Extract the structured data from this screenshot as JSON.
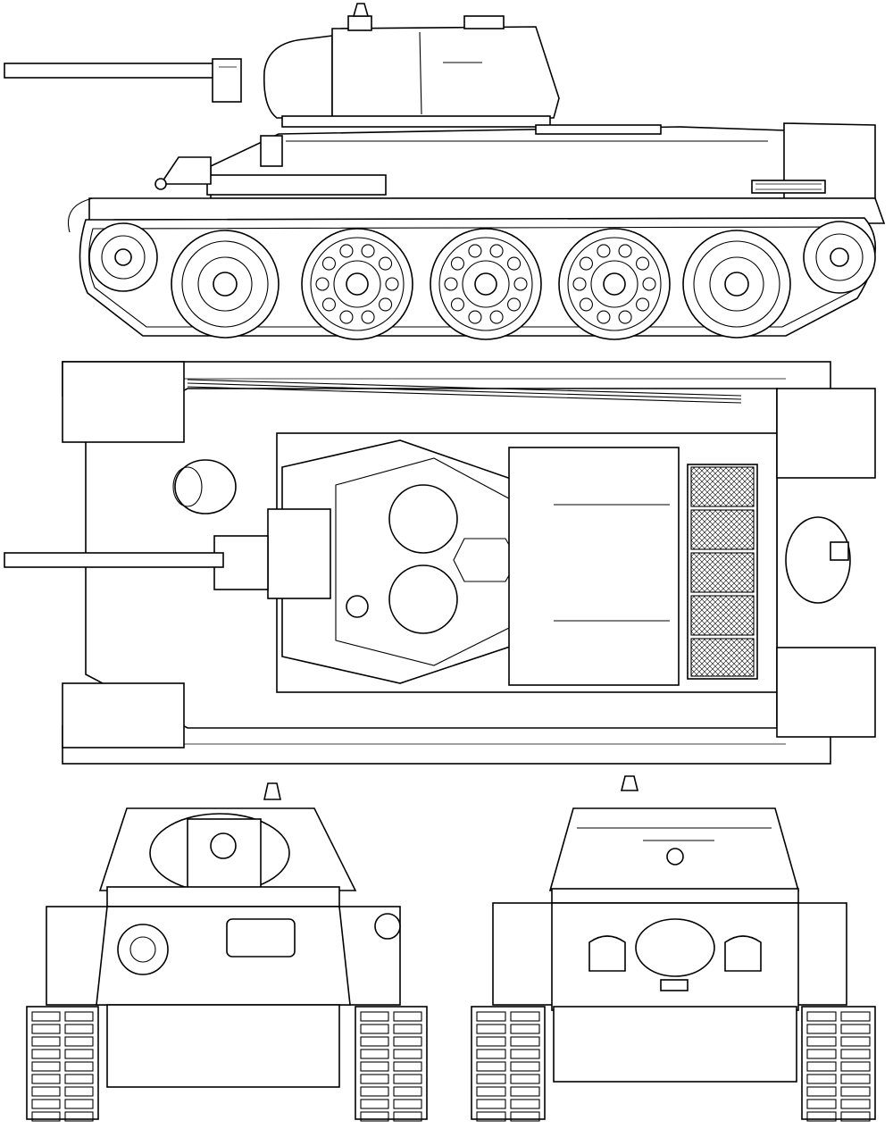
{
  "drawing": {
    "views": [
      {
        "name": "left-side-view"
      },
      {
        "name": "top-plan-view"
      },
      {
        "name": "front-view"
      },
      {
        "name": "rear-view"
      }
    ],
    "line_color": "#000000",
    "background_color": "#ffffff"
  }
}
